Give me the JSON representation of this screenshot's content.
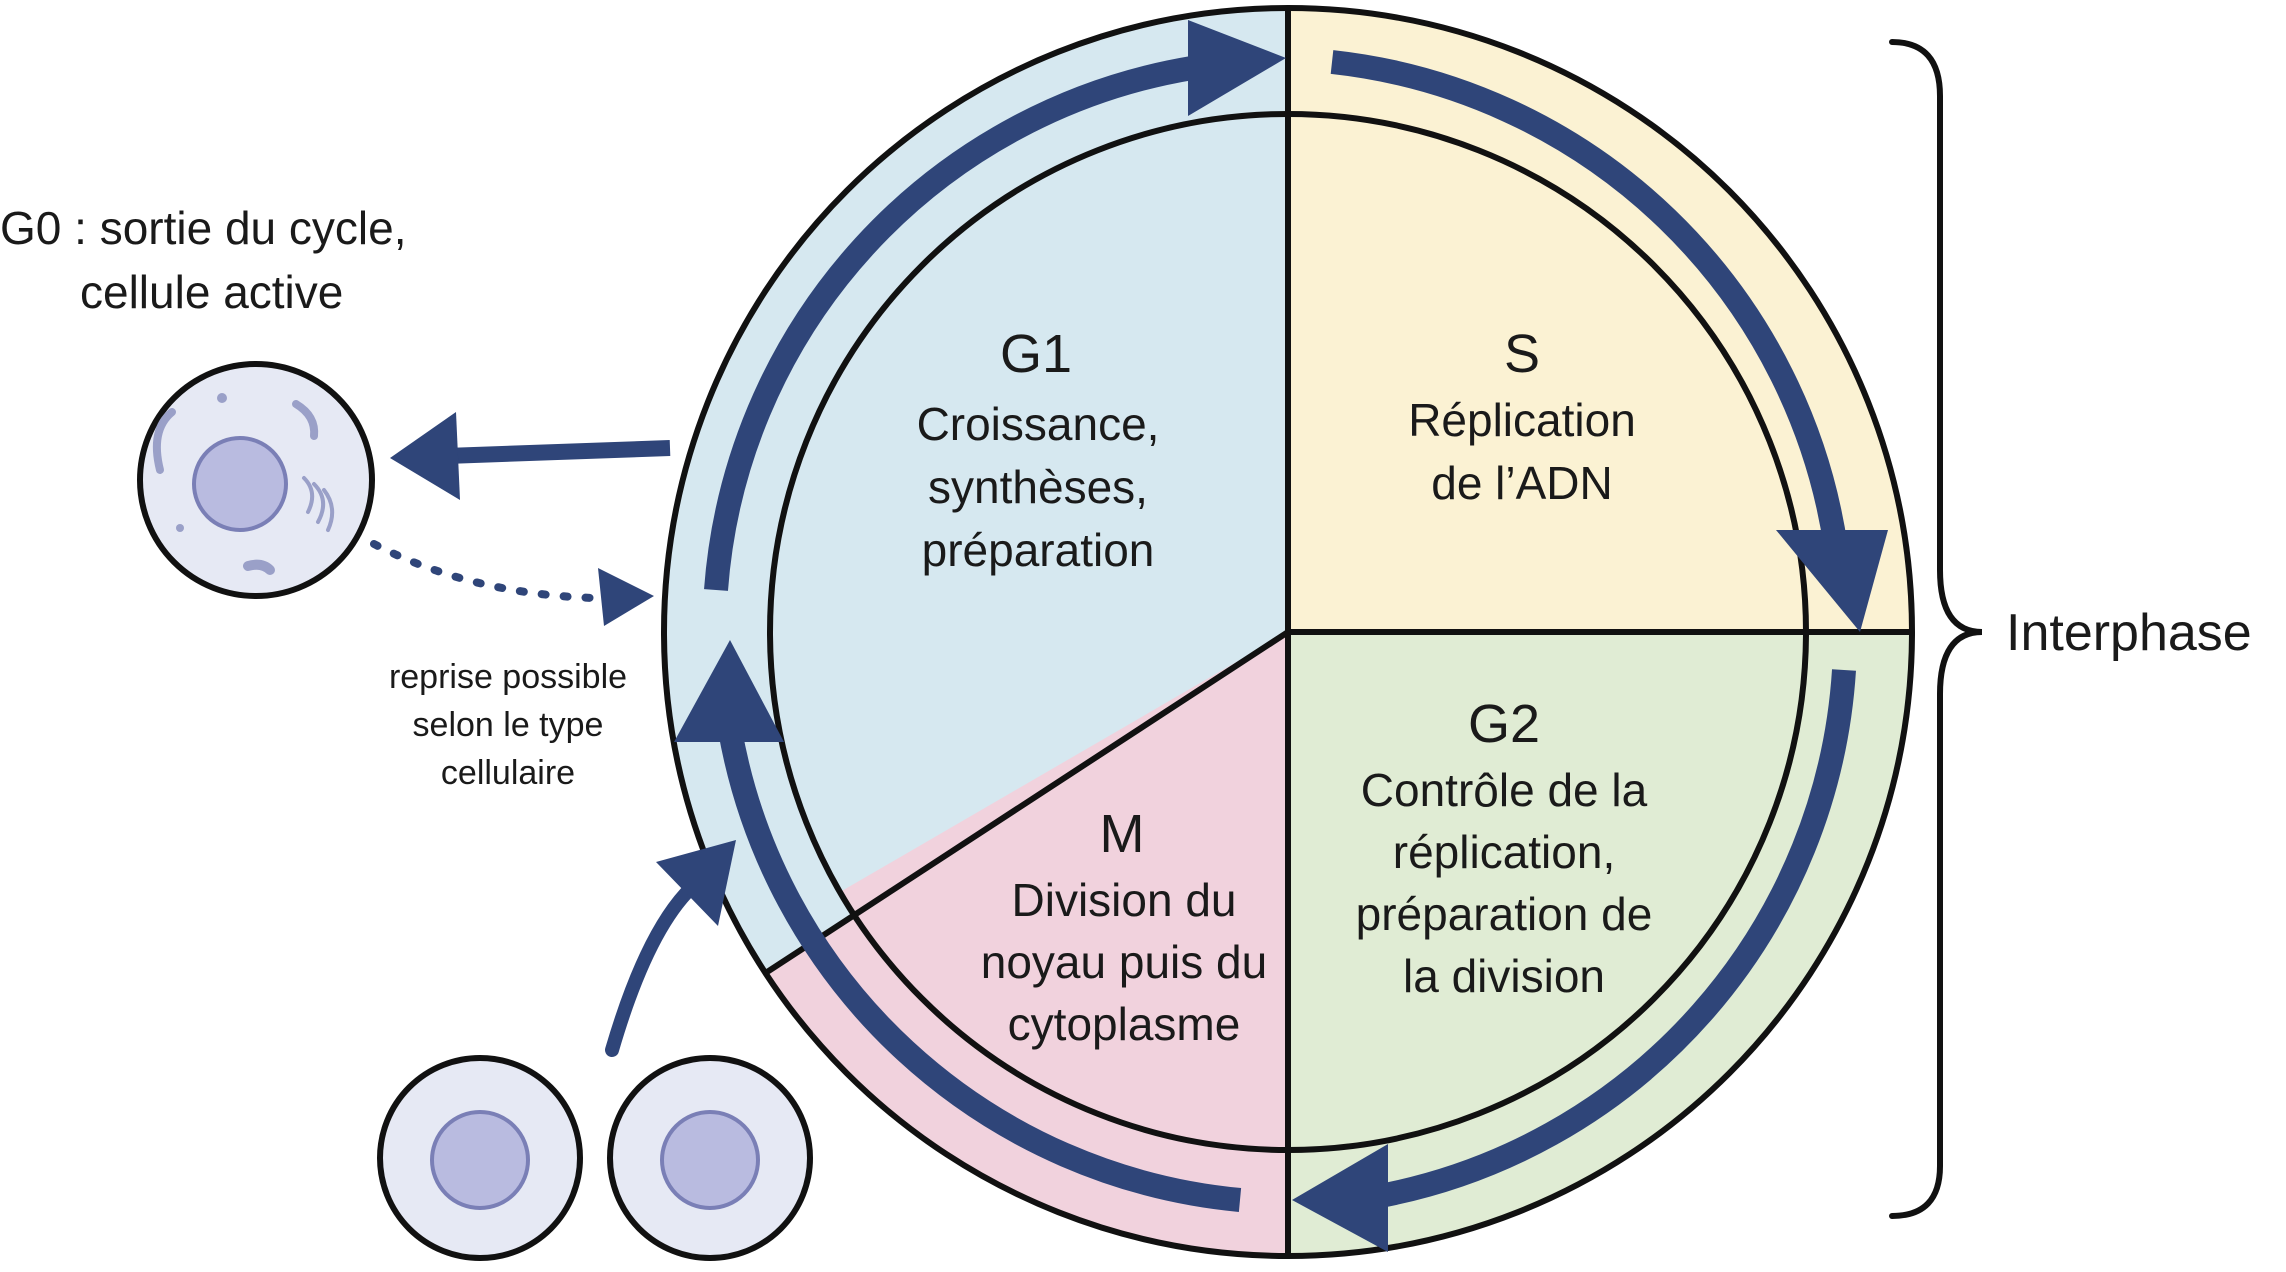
{
  "phases": {
    "g1": {
      "name": "G1",
      "lines": [
        "Croissance,",
        "synthèses,",
        "préparation"
      ],
      "color": "#d6e8f0"
    },
    "s": {
      "name": "S",
      "lines": [
        "Réplication",
        "de l’ADN"
      ],
      "color": "#fbf2d3"
    },
    "g2": {
      "name": "G2",
      "lines": [
        "Contrôle de la",
        "réplication,",
        "préparation de",
        "la division"
      ],
      "color": "#e0ecd4"
    },
    "m": {
      "name": "M",
      "lines": [
        "Division du",
        "noyau puis du",
        "cytoplasme"
      ],
      "color": "#f1d2dd"
    }
  },
  "g0": {
    "lines": [
      "G0 : sortie du cycle,",
      "cellule active"
    ],
    "resume_lines": [
      "reprise possible",
      "selon le type",
      "cellulaire"
    ]
  },
  "interphase_label": "Interphase",
  "colors": {
    "arrow": "#2f4579",
    "outline": "#111111",
    "cell_fill": "#e6e9f4",
    "nucleus": "#b9bbe0"
  }
}
